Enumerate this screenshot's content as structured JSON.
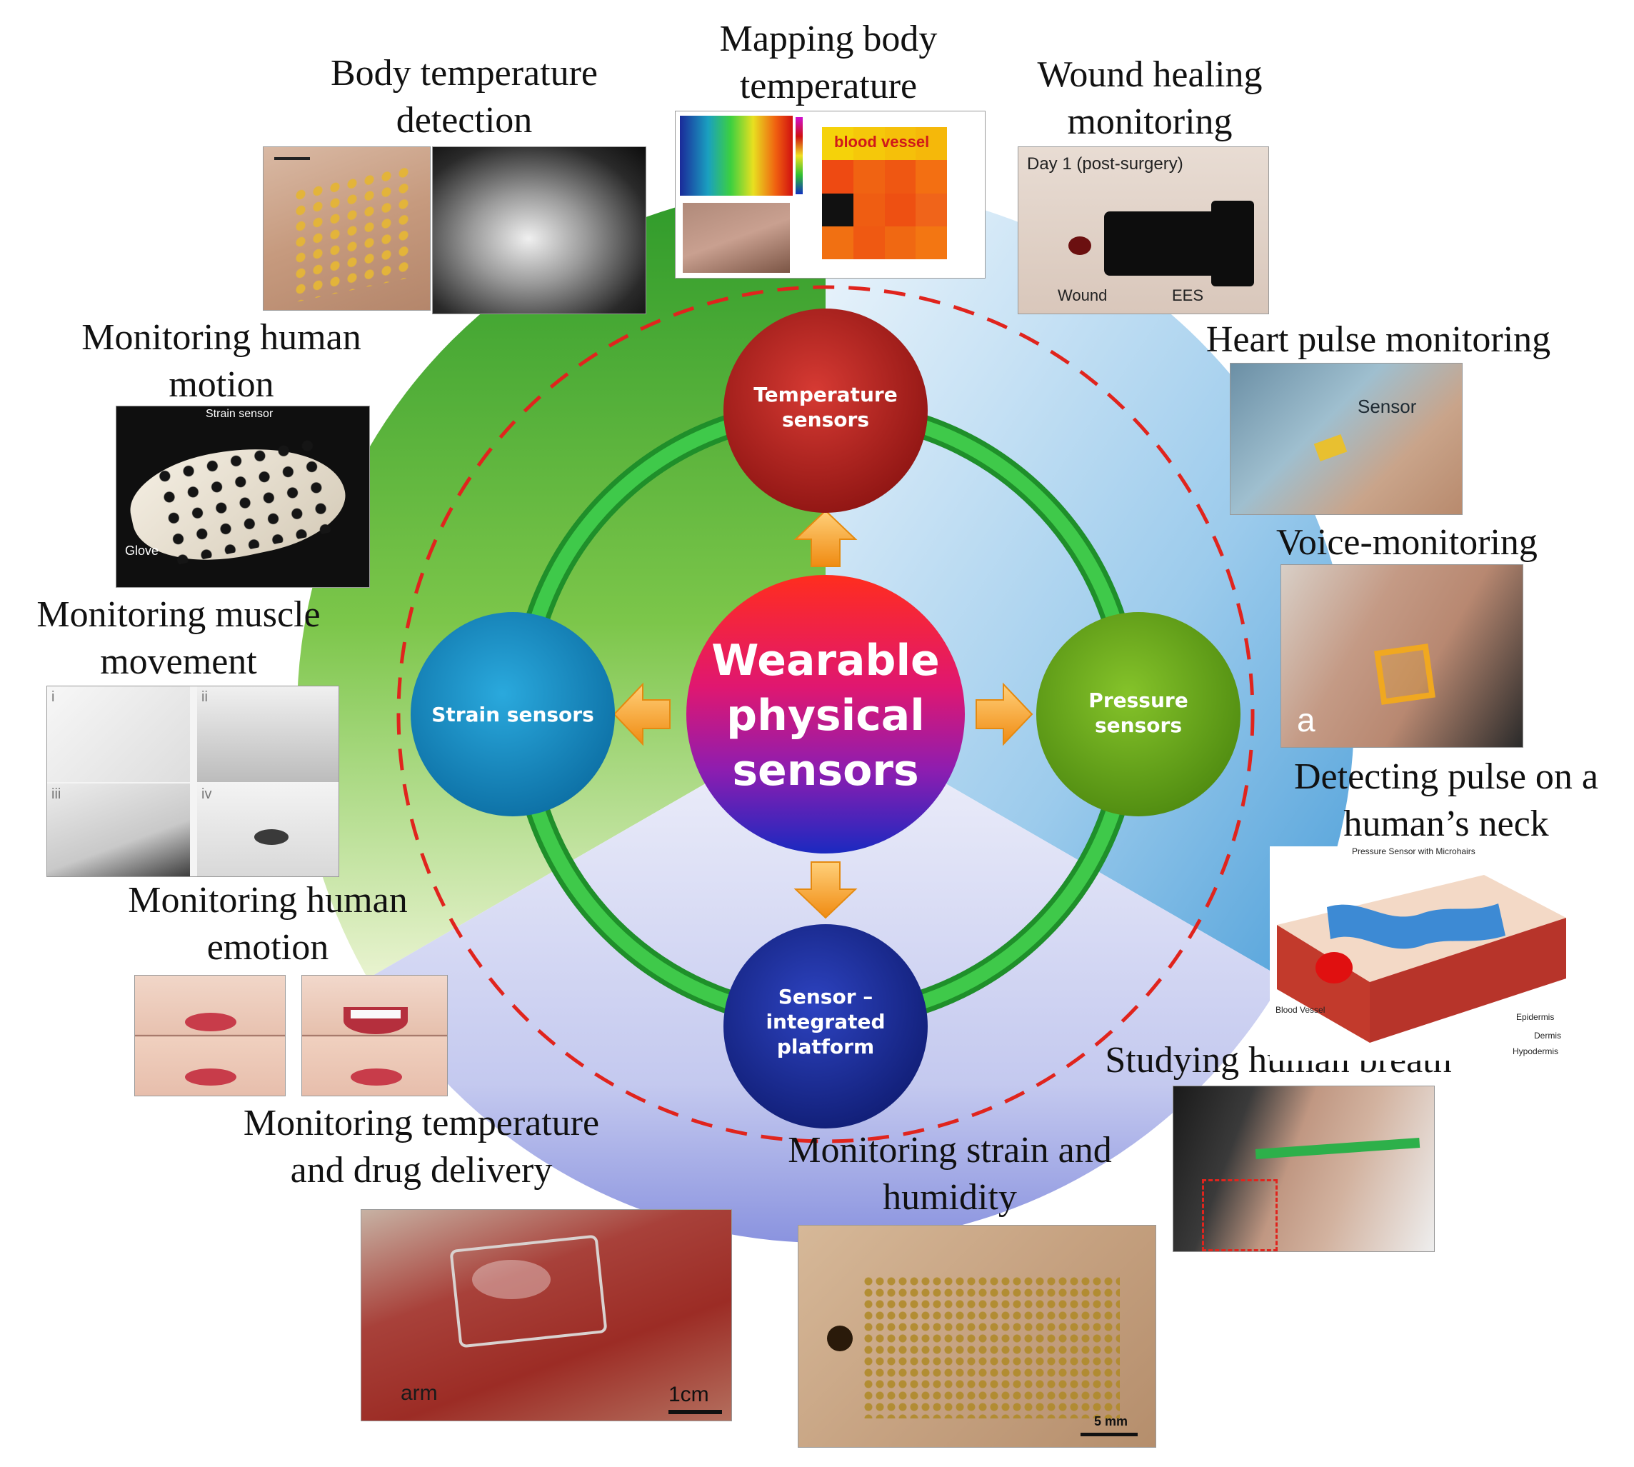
{
  "center": {
    "line1": "Wearable",
    "line2": "physical",
    "line3": "sensors"
  },
  "nodes": {
    "top": {
      "line1": "Temperature",
      "line2": "sensors"
    },
    "left": {
      "line1": "Strain sensors"
    },
    "right": {
      "line1": "Pressure",
      "line2": "sensors"
    },
    "bottom": {
      "line1": "Sensor –",
      "line2": "integrated",
      "line3": "platform"
    }
  },
  "applications": {
    "body_temp": {
      "line1": "Body temperature",
      "line2": "detection"
    },
    "mapping": {
      "line1": "Mapping body",
      "line2": "temperature"
    },
    "wound": {
      "line1": "Wound healing",
      "line2": "monitoring"
    },
    "heart_pulse": {
      "line1": "Heart pulse monitoring"
    },
    "voice": {
      "line1": "Voice-monitoring"
    },
    "neck_pulse": {
      "line1": "Detecting pulse on a",
      "line2": "human’s neck"
    },
    "breath": {
      "line1": "Studying human breath"
    },
    "strain_humidity": {
      "line1": "Monitoring strain and",
      "line2": "humidity"
    },
    "temp_drug": {
      "line1": "Monitoring temperature",
      "line2": "and drug delivery"
    },
    "emotion": {
      "line1": "Monitoring human",
      "line2": "emotion"
    },
    "muscle": {
      "line1": "Monitoring muscle",
      "line2": "movement"
    },
    "motion": {
      "line1": "Monitoring human",
      "line2": "motion"
    }
  },
  "photo_labels": {
    "blood_vessel": "blood vessel",
    "day1": "Day 1 (post-surgery)",
    "wound": "Wound",
    "ees": "EES",
    "sensor": "Sensor",
    "strain_sensor": "Strain sensor",
    "glove": "Glove",
    "panel_a": "a",
    "pressure_sensor": "Pressure Sensor with Microhairs",
    "blood_vessel_cap": "Blood Vessel",
    "epidermis": "Epidermis",
    "dermis": "Dermis",
    "hypodermis": "Hypodermis",
    "arm": "arm",
    "one_cm": "1cm",
    "five_mm": "5 mm",
    "roman_i": "i",
    "roman_ii": "ii",
    "roman_iii": "iii",
    "roman_iv": "iv"
  },
  "colors": {
    "green_sector": "#6cbf3a",
    "blue_sector": "#8fc4ea",
    "lavender_sector": "#c7cbef",
    "ring": "#2fb23a",
    "dashed": "#e0241d",
    "temperature": "#b3201f",
    "strain": "#1a8fc6",
    "pressure": "#6fab1d",
    "platform": "#1c2e9b",
    "arrow": "#f9a834"
  }
}
